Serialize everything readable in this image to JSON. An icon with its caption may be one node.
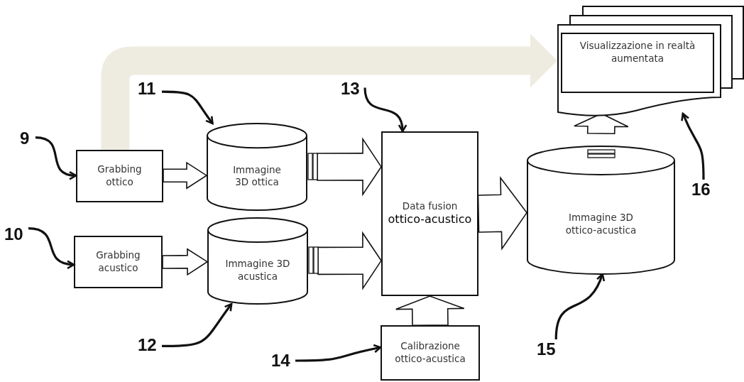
{
  "diagram": {
    "nodes": [
      {
        "text": [
          "9"
        ]
      },
      {
        "text": [
          "10"
        ]
      },
      {
        "text": [
          "Grabbing ottico"
        ]
      },
      {
        "text": [
          "Grabbing acustico"
        ]
      },
      {
        "text": [
          "11"
        ]
      },
      {
        "text": [
          "Immagine 3D ottica"
        ]
      },
      {
        "text": [
          "12"
        ]
      },
      {
        "text": [
          "Immagine 3D acustica"
        ]
      },
      {
        "text": [
          "13"
        ]
      },
      {
        "text": [
          "Data fusion",
          "ottico-acustico"
        ]
      },
      {
        "text": [
          "14"
        ]
      },
      {
        "text": [
          "Calibrazione ottico-acustica"
        ]
      },
      {
        "text": [
          "15"
        ]
      },
      {
        "text": [
          "Immagine 3D ottico-acustica"
        ]
      },
      {
        "text": [
          "16"
        ]
      },
      {
        "text": [],
        "shape": "document"
      },
      {
        "text": [
          "Visualizzazione in realtà aumentata"
        ],
        "in": 15
      }
    ],
    "edges": [
      {
        "from": 0,
        "to": 2,
        "arrow": "to"
      },
      {
        "from": 1,
        "to": 3,
        "arrow": "to"
      },
      {
        "from": 4,
        "to": 5,
        "arrow": "to"
      },
      {
        "from": 6,
        "to": 7,
        "arrow": "to"
      },
      {
        "from": 8,
        "to": 9,
        "arrow": "to"
      },
      {
        "from": 10,
        "to": 11,
        "arrow": "to"
      },
      {
        "from": 12,
        "to": 13,
        "arrow": "to"
      },
      {
        "from": 14,
        "to": 15,
        "arrow": "to"
      },
      {
        "from": 2,
        "to": 5,
        "arrow": "to",
        "style": "thick"
      },
      {
        "from": 3,
        "to": 7,
        "arrow": "to",
        "style": "thick"
      },
      {
        "from": 5,
        "to": 9,
        "arrow": "to",
        "style": "thick"
      },
      {
        "from": 7,
        "to": 9,
        "arrow": "to",
        "style": "thick"
      },
      {
        "from": 9,
        "to": 13,
        "arrow": "to",
        "style": "thick"
      },
      {
        "from": 11,
        "to": 9,
        "arrow": "to",
        "style": "thick"
      },
      {
        "from": 13,
        "to": 15,
        "arrow": "to",
        "style": "thick"
      },
      {
        "from": 2,
        "to": 15,
        "arrow": "to",
        "style": "thick",
        "color": "#eeece1"
      }
    ]
  }
}
